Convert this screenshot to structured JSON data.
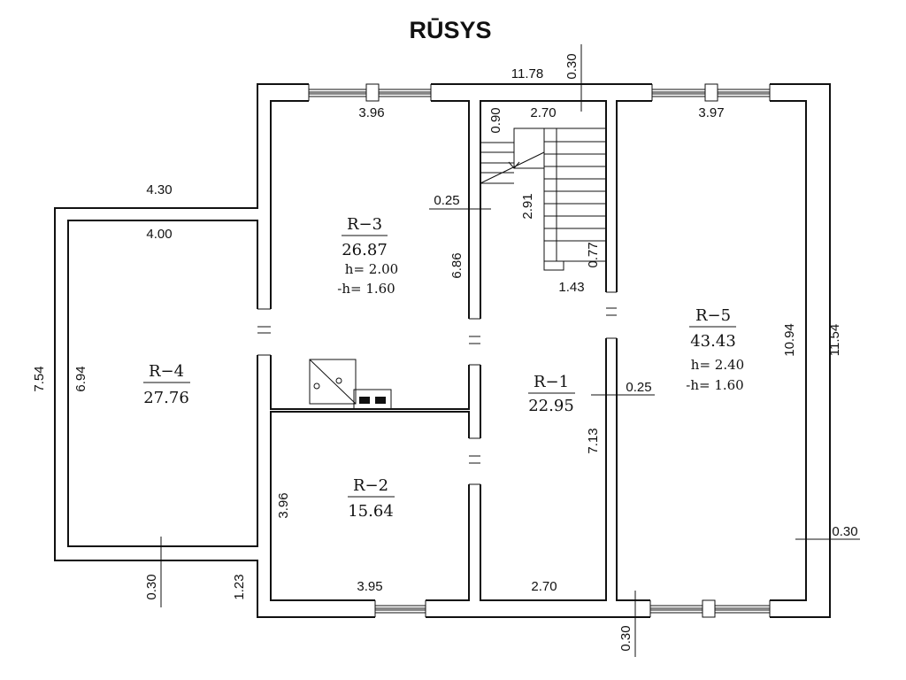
{
  "title": "RŪSYS",
  "rooms": [
    {
      "id": "R-4",
      "name": "R−4",
      "area": "27.76"
    },
    {
      "id": "R-3",
      "name": "R−3",
      "area": "26.87",
      "h": "h= 2.00",
      "neg_h": "-h= 1.60"
    },
    {
      "id": "R-2",
      "name": "R−2",
      "area": "15.64"
    },
    {
      "id": "R-1",
      "name": "R−1",
      "area": "22.95"
    },
    {
      "id": "R-5",
      "name": "R−5",
      "area": "43.43",
      "h": "h= 2.40",
      "neg_h": "-h= 1.60"
    }
  ],
  "dims": {
    "total_width": "11.78",
    "wall_top": "0.30",
    "r3_top": "3.96",
    "stair_top": "2.70",
    "r5_top": "3.97",
    "stair_090": "0.90",
    "annex_width": "4.30",
    "r4_inner_width": "4.00",
    "wall_025_left": "0.25",
    "stair_291": "2.91",
    "stair_077": "0.77",
    "stair_143": "1.43",
    "r3_height": "6.86",
    "annex_height": "7.54",
    "r4_height": "6.94",
    "r5_height": "10.94",
    "total_height": "11.54",
    "wall_025_right": "0.25",
    "r1_height": "7.13",
    "r2_height": "3.96",
    "wall_030_right": "0.30",
    "wall_030_annex": "0.30",
    "step_123": "1.23",
    "r2_bottom": "3.95",
    "r1_bottom": "2.70",
    "wall_030_bottom": "0.30"
  }
}
